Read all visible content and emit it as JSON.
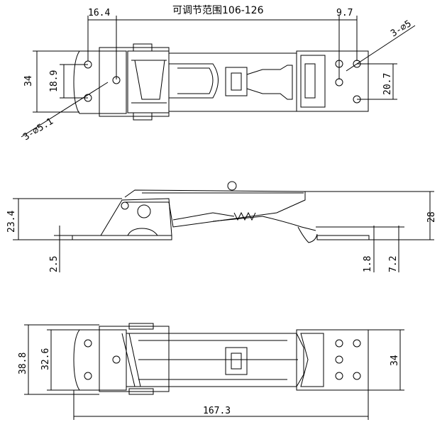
{
  "title": "可调节范围106-126",
  "top_view": {
    "dim_hole_offset_left": "16.4",
    "dim_hole_offset_right": "9.7",
    "dim_hole_diameter_right": "3-⌀5",
    "dim_hole_diameter_left": "3-⌀5.1",
    "dim_height_left": "34",
    "dim_hole_spacing_left": "18.9",
    "dim_hole_spacing_right": "20.7"
  },
  "side_view": {
    "dim_height_left": "23.4",
    "dim_height_right": "28",
    "dim_base_left": "2.5",
    "dim_base_right_1": "1.8",
    "dim_base_right_2": "7.2"
  },
  "bottom_view": {
    "dim_height_outer": "38.8",
    "dim_height_inner": "32.6",
    "dim_height_right": "34",
    "dim_total_length": "167.3"
  }
}
